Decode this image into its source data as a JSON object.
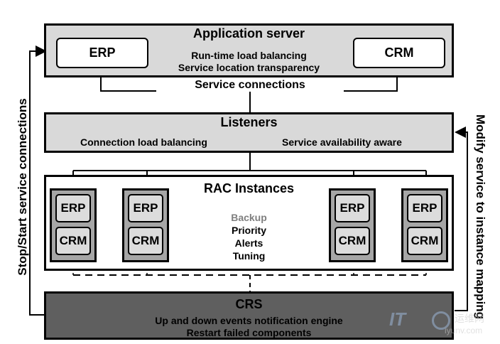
{
  "app_server": {
    "title": "Application server",
    "erp": "ERP",
    "crm": "CRM",
    "line1": "Run-time load balancing",
    "line2": "Service location transparency"
  },
  "service_connections": "Service connections",
  "listeners": {
    "title": "Listeners",
    "left": "Connection load balancing",
    "right": "Service availability aware"
  },
  "rac": {
    "title": "RAC Instances",
    "instances": [
      {
        "erp": "ERP",
        "crm": "CRM"
      },
      {
        "erp": "ERP",
        "crm": "CRM"
      },
      {
        "erp": "ERP",
        "crm": "CRM"
      },
      {
        "erp": "ERP",
        "crm": "CRM"
      }
    ],
    "features": [
      "Backup",
      "Priority",
      "Alerts",
      "Tuning"
    ]
  },
  "crs": {
    "title": "CRS",
    "line1": "Up and down events notification engine",
    "line2": "Restart failed components"
  },
  "left_label": "Stop/Start service connections",
  "right_label": "Modify service to instance mapping",
  "watermark": {
    "logo": "IT",
    "cn": "运维网",
    "url": "iyunv.com"
  },
  "colors": {
    "box_grey": "#d9d9d9",
    "crs_dark": "#5f5f5f",
    "node_grey": "#a6a6a6",
    "backup_grey": "#7f7f7f"
  }
}
